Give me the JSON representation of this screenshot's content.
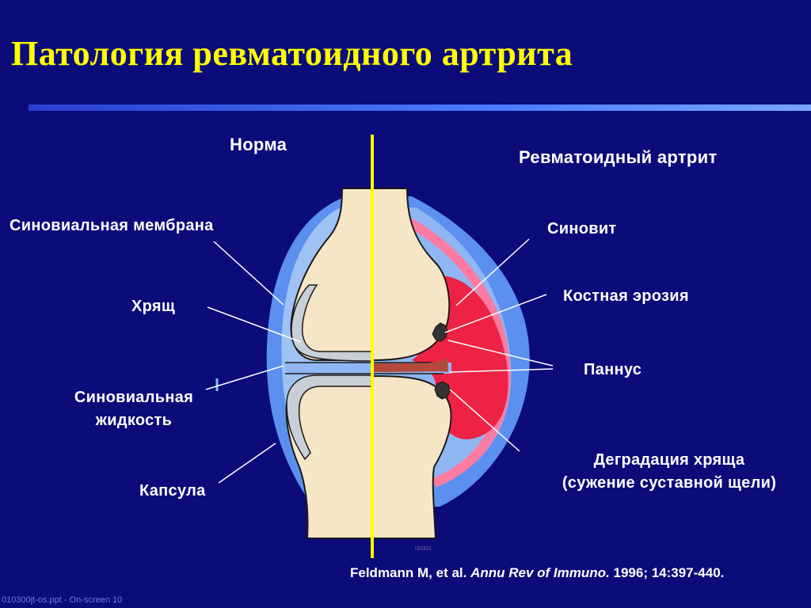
{
  "slide": {
    "title": "Патология ревматоидного артрита",
    "headers": {
      "normal": "Норма",
      "ra": "Ревматоидный артрит"
    },
    "labels_left": {
      "synovial_membrane": "Синовиальная мембрана",
      "cartilage": "Хрящ",
      "synovial_fluid_line1": "Синовиальная",
      "synovial_fluid_line2": "жидкость",
      "capsule": "Капсула"
    },
    "labels_right": {
      "synovitis": "Синовит",
      "bone_erosion": "Костная эрозия",
      "pannus": "Паннус",
      "cartilage_degradation_line1": "Деградация хряща",
      "cartilage_degradation_line2": "(сужение суставной щели)"
    },
    "citation": {
      "authors": "Feldmann M, et al.",
      "journal": "Annu Rev of Immuno.",
      "details": "1996; 14:397-440."
    },
    "figure_code": "i30301",
    "footer_text": "010300jt-os.ppt - On-screen 10"
  },
  "colors": {
    "background": "#0b0b7a",
    "title": "#ffff00",
    "divider": "#ffff00",
    "capsule": "#5b8ff0",
    "synovial_fluid": "#8fb6f2",
    "bone": "#f7e6c6",
    "cartilage": "#c9cfd6",
    "pannus": "#ee2244",
    "synovium_ra": "#ff7aa0"
  }
}
